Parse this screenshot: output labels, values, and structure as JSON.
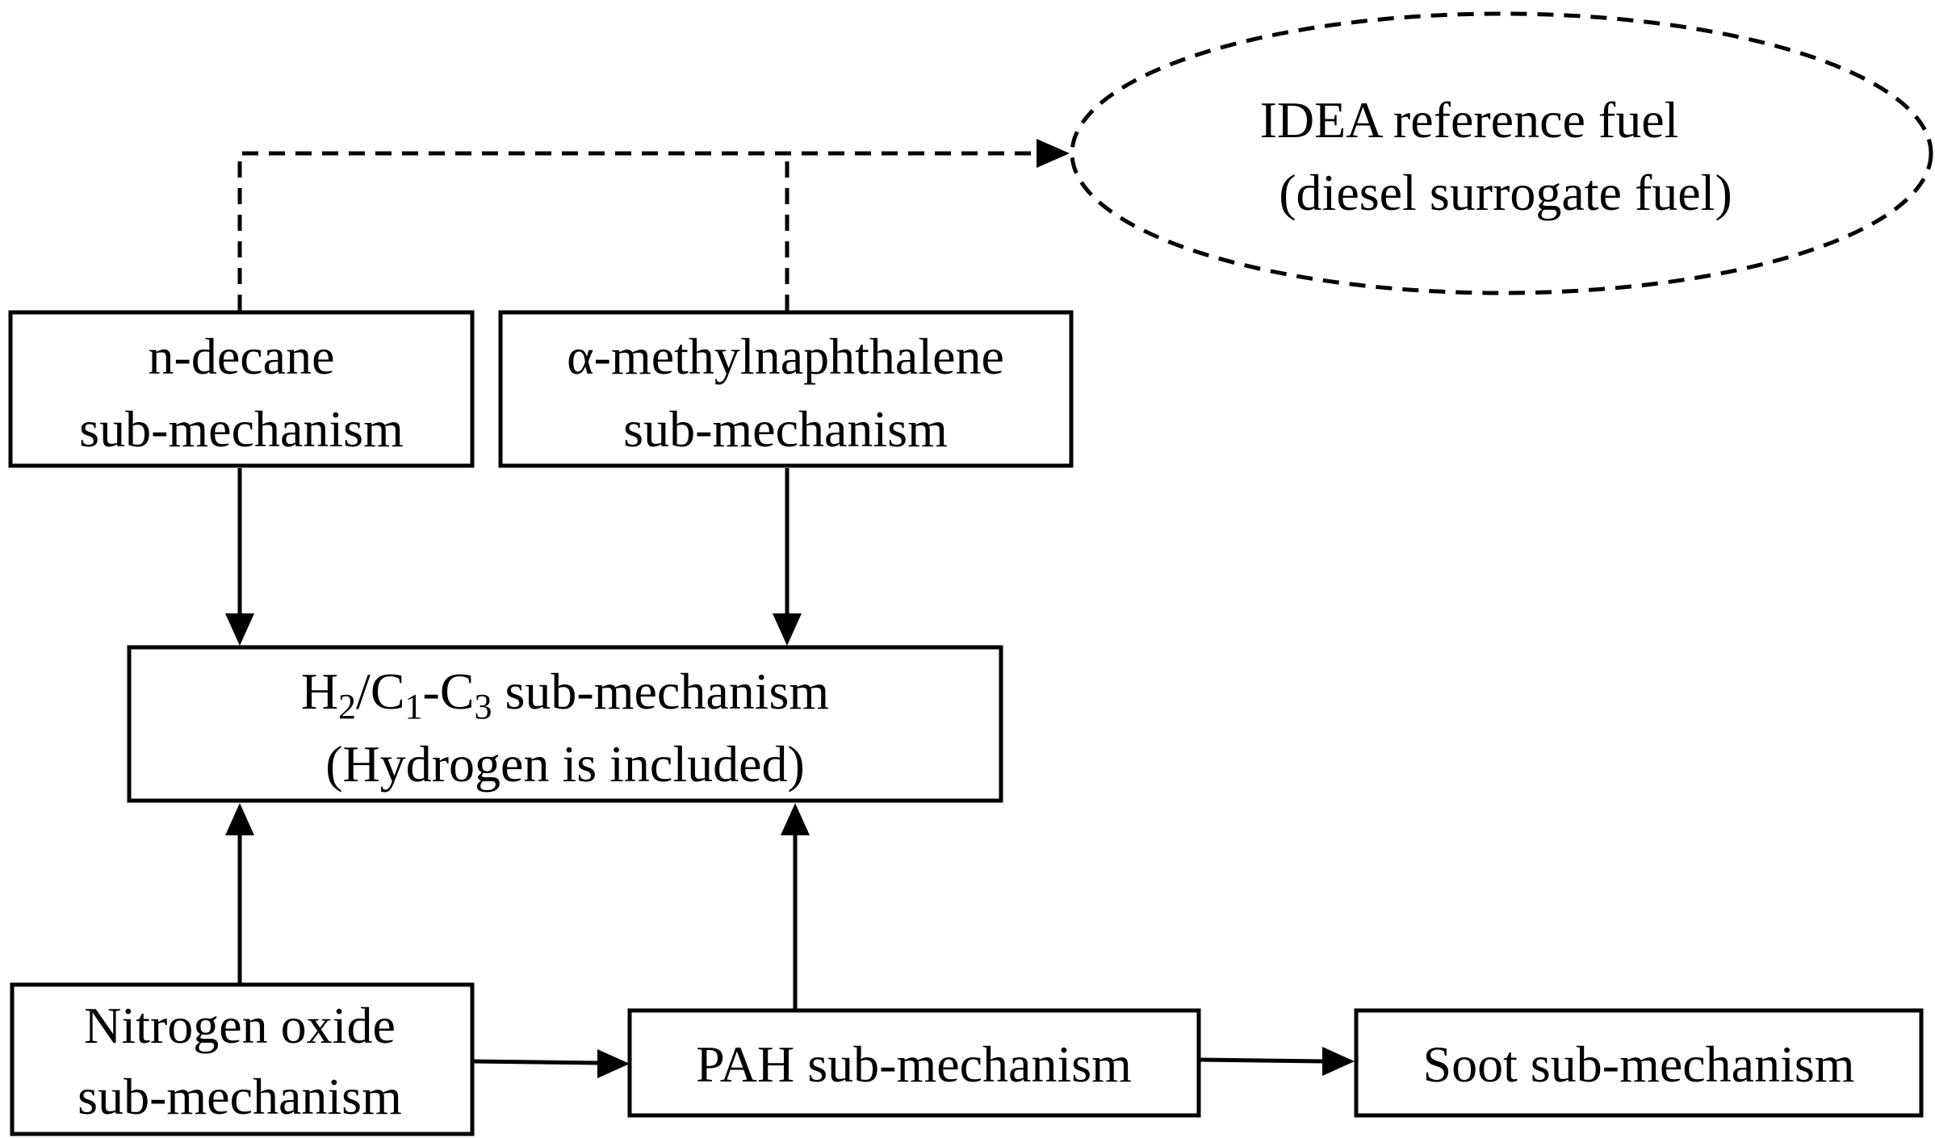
{
  "nodes": {
    "ndecane": {
      "line1": "n-decane",
      "line2": "sub-mechanism"
    },
    "amn": {
      "line1": "α-methylnaphthalene",
      "line2": "sub-mechanism"
    },
    "core": {
      "line1_parts": [
        "H",
        "2",
        "/C",
        "1",
        "-C",
        "3",
        " sub-mechanism"
      ],
      "line2": "(Hydrogen is included)"
    },
    "nox": {
      "line1": "Nitrogen oxide",
      "line2": "sub-mechanism"
    },
    "pah": {
      "label": "PAH sub-mechanism"
    },
    "soot": {
      "label": "Soot sub-mechanism"
    },
    "idea": {
      "line1": "IDEA reference fuel",
      "line2": "(diesel surrogate fuel)"
    }
  },
  "edges": [
    {
      "from": "n-decane sub-mechanism",
      "to": "IDEA reference fuel",
      "style": "dashed"
    },
    {
      "from": "α-methylnaphthalene sub-mechanism",
      "to": "IDEA reference fuel",
      "style": "dashed"
    },
    {
      "from": "n-decane sub-mechanism",
      "to": "H2/C1-C3 sub-mechanism",
      "style": "solid"
    },
    {
      "from": "α-methylnaphthalene sub-mechanism",
      "to": "H2/C1-C3 sub-mechanism",
      "style": "solid"
    },
    {
      "from": "Nitrogen oxide sub-mechanism",
      "to": "H2/C1-C3 sub-mechanism",
      "style": "solid"
    },
    {
      "from": "PAH sub-mechanism",
      "to": "H2/C1-C3 sub-mechanism",
      "style": "solid"
    },
    {
      "from": "Nitrogen oxide sub-mechanism",
      "to": "PAH sub-mechanism",
      "style": "solid"
    },
    {
      "from": "PAH sub-mechanism",
      "to": "Soot sub-mechanism",
      "style": "solid"
    }
  ],
  "colors": {
    "line": "#000000",
    "fill": "#ffffff",
    "text": "#000000"
  }
}
